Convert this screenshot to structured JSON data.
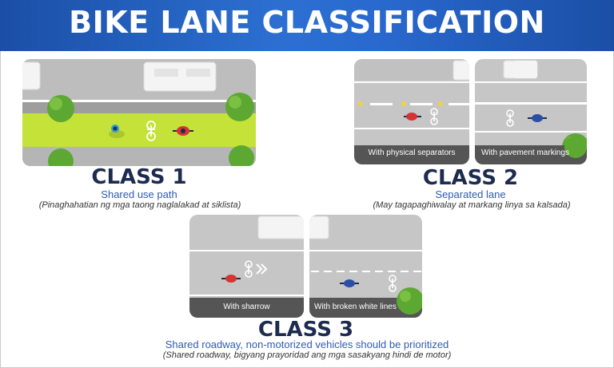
{
  "title": "BIKE LANE CLASSIFICATION",
  "colors": {
    "banner": "#2a64c8",
    "lane_green": "#c4e237",
    "road_gray": "#b9b9b9",
    "road_dark": "#555555",
    "heading": "#1d2b4f",
    "subheading": "#2f5bb7"
  },
  "class1": {
    "title": "CLASS 1",
    "subtitle": "Shared use path",
    "note": "(Pinaghahatian ng mga taong naglalakad at siklista)"
  },
  "class2": {
    "title": "CLASS 2",
    "subtitle": "Separated lane",
    "note": "(May tagapaghiwalay at markang linya sa kalsada)",
    "caption_left": "With physical separators",
    "caption_right": "With pavement markings"
  },
  "class3": {
    "title": "CLASS 3",
    "subtitle": "Shared roadway, non-motorized vehicles should be prioritized",
    "note": "(Shared roadway, bigyang prayoridad ang mga sasakyang hindi de motor)",
    "caption_left": "With sharrow",
    "caption_right": "With broken white lines"
  }
}
